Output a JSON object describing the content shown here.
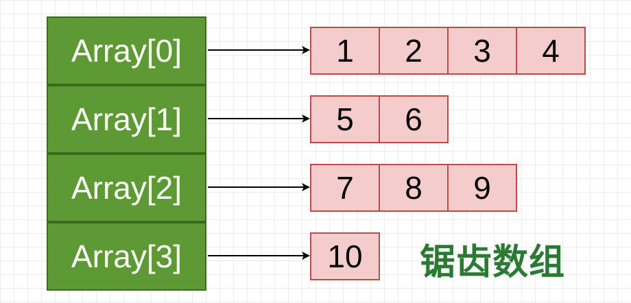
{
  "diagram": {
    "rows": [
      {
        "name": "Array[0]",
        "values": [
          "1",
          "2",
          "3",
          "4"
        ]
      },
      {
        "name": "Array[1]",
        "values": [
          "5",
          "6"
        ]
      },
      {
        "name": "Array[2]",
        "values": [
          "7",
          "8",
          "9"
        ]
      },
      {
        "name": "Array[3]",
        "values": [
          "10"
        ]
      }
    ],
    "label": "锯齿数组"
  },
  "colors": {
    "array_fill": "#5e9a33",
    "array_border": "#3a6b1c",
    "cell_fill": "#f5cccc",
    "cell_border": "#b84a4a",
    "label": "#2b7a34"
  }
}
